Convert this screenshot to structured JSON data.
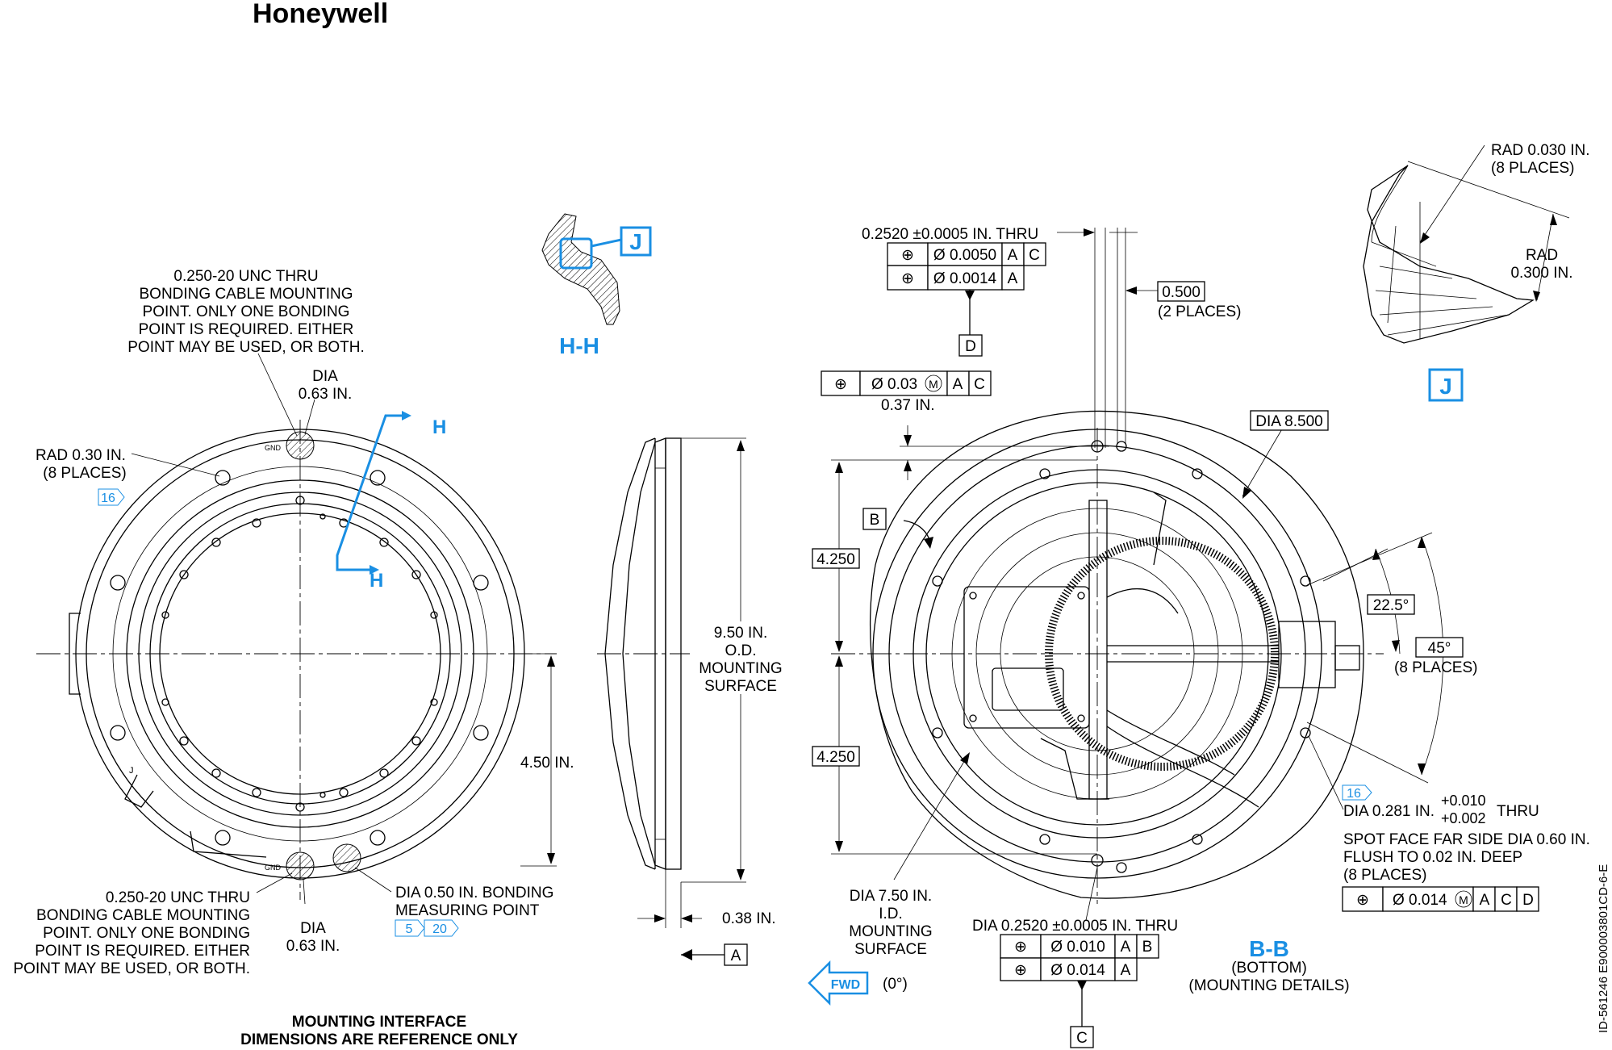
{
  "brand": {
    "logo_text": "Honeywell"
  },
  "view_hh": {
    "label": "H-H",
    "callout": "J"
  },
  "view_j": {
    "label": "J",
    "rad_outer_1": "RAD 0.030 IN.",
    "rad_outer_2": "(8 PLACES)",
    "rad_inner_1": "RAD",
    "rad_inner_2": "0.300 IN."
  },
  "left_view": {
    "bond_top": [
      "0.250-20 UNC THRU",
      "BONDING CABLE MOUNTING",
      "POINT. ONLY ONE BONDING",
      "POINT IS REQUIRED. EITHER",
      "POINT MAY BE USED, OR BOTH."
    ],
    "dia_top": [
      "DIA",
      "0.63 IN."
    ],
    "rad": [
      "RAD 0.30 IN.",
      "(8 PLACES)"
    ],
    "note16": "16",
    "section_marker": "H",
    "gnd_label": "GND",
    "j_label": "J",
    "bond_bottom": [
      "0.250-20 UNC THRU",
      "BONDING CABLE MOUNTING",
      "POINT. ONLY ONE BONDING",
      "POINT IS REQUIRED. EITHER",
      "POINT MAY BE USED, OR BOTH."
    ],
    "dia_bottom": [
      "DIA",
      "0.63 IN."
    ],
    "bond_measure": [
      "DIA 0.50 IN. BONDING",
      "MEASURING POINT"
    ],
    "notes_measure": [
      "5",
      "20"
    ],
    "dim_450": "4.50 IN.",
    "footer": [
      "MOUNTING INTERFACE",
      "DIMENSIONS ARE REFERENCE ONLY"
    ]
  },
  "side_view": {
    "od": [
      "9.50 IN.",
      "O.D.",
      "MOUNTING",
      "SURFACE"
    ],
    "thick": "0.38 IN.",
    "datum": "A"
  },
  "right_view": {
    "hole_top": "0.2520 ±0.0005 IN. THRU",
    "fcf_top_1": [
      "⊕",
      "Ø 0.0050",
      "A",
      "C"
    ],
    "fcf_top_2": [
      "⊕",
      "Ø 0.0014",
      "A"
    ],
    "datum_d": "D",
    "dim_500": "0.500",
    "dim_500_note": "(2 PLACES)",
    "fcf_mid": [
      "⊕",
      "Ø 0.03",
      "M",
      "A",
      "C"
    ],
    "dim_037": "0.37 IN.",
    "dia_8500": "DIA 8.500",
    "datum_b": "B",
    "dim_4250_top": "4.250",
    "dim_4250_bot": "4.250",
    "angle_225": "22.5°",
    "angle_45": "45°",
    "angle_note": "(8 PLACES)",
    "note16": "16",
    "hole_281_a": "DIA 0.281 IN.",
    "tol_plus_a": "+0.010",
    "tol_plus_b": "+0.002",
    "thru": "THRU",
    "spot_face": [
      "SPOT FACE FAR SIDE DIA 0.60 IN.",
      "FLUSH TO 0.02 IN. DEEP",
      "(8 PLACES)"
    ],
    "fcf_281": [
      "⊕",
      "Ø 0.014",
      "M",
      "A",
      "C",
      "D"
    ],
    "id_surface": [
      "DIA 7.50 IN.",
      "I.D.",
      "MOUNTING",
      "SURFACE"
    ],
    "fwd": "FWD",
    "fwd_angle": "(0°)",
    "hole_bottom": "DIA 0.2520 ±0.0005 IN. THRU",
    "fcf_bot_1": [
      "⊕",
      "Ø 0.010",
      "A",
      "B"
    ],
    "fcf_bot_2": [
      "⊕",
      "Ø 0.014",
      "A"
    ],
    "datum_c": "C",
    "section_label": "B-B",
    "section_sub": [
      "(BOTTOM)",
      "(MOUNTING DETAILS)"
    ]
  },
  "doc_id": "ID-561246   E900003801CD-6-E",
  "colors": {
    "accent": "#1a8fe3",
    "line": "#000000"
  }
}
